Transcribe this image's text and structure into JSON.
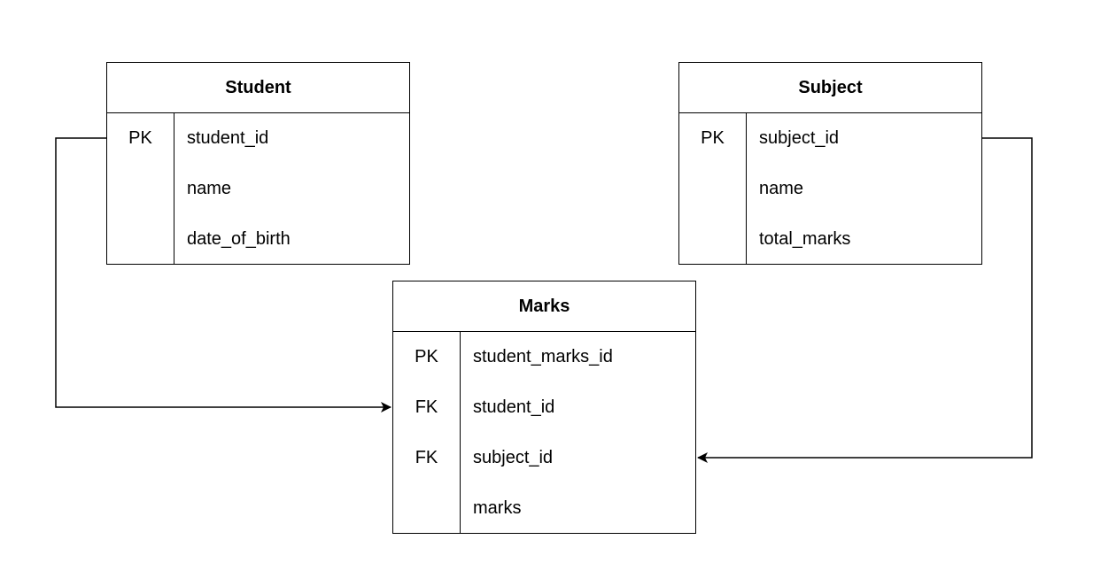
{
  "entities": [
    {
      "id": "student",
      "title": "Student",
      "attributes": [
        {
          "key": "PK",
          "name": "student_id"
        },
        {
          "key": "",
          "name": "name"
        },
        {
          "key": "",
          "name": "date_of_birth"
        }
      ]
    },
    {
      "id": "subject",
      "title": "Subject",
      "attributes": [
        {
          "key": "PK",
          "name": "subject_id"
        },
        {
          "key": "",
          "name": "name"
        },
        {
          "key": "",
          "name": "total_marks"
        }
      ]
    },
    {
      "id": "marks",
      "title": "Marks",
      "attributes": [
        {
          "key": "PK",
          "name": "student_marks_id"
        },
        {
          "key": "FK",
          "name": "student_id"
        },
        {
          "key": "FK",
          "name": "subject_id"
        },
        {
          "key": "",
          "name": "marks"
        }
      ]
    }
  ],
  "relationships": [
    {
      "from": "student.student_id",
      "to": "marks.student_id"
    },
    {
      "from": "subject.subject_id",
      "to": "marks.subject_id"
    }
  ],
  "colors": {
    "line": "#000000",
    "background": "#ffffff"
  }
}
